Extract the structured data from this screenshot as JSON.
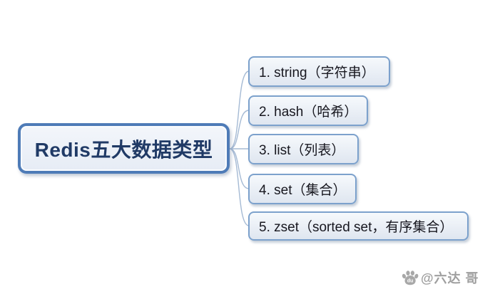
{
  "canvas": {
    "background_color": "#ffffff"
  },
  "mindmap": {
    "root": {
      "label": "Redis五大数据类型",
      "border_color": "#4e7bb7",
      "fill_color": "#edf2f8",
      "text_color": "#203a66"
    },
    "children": [
      {
        "label": "1. string（字符串）"
      },
      {
        "label": "2. hash（哈希）"
      },
      {
        "label": "3. list（列表）"
      },
      {
        "label": "4. set（集合）"
      },
      {
        "label": "5. zset（sorted set，有序集合）"
      }
    ],
    "child_style": {
      "border_color": "#7ca1cc",
      "fill_color": "#e9eef5",
      "text_color": "#17171f"
    },
    "connector_color": "#a5bad4"
  },
  "watermark": {
    "icon": "baidu-paw-icon",
    "icon_label": "du",
    "text": "@六达 哥",
    "color": "#9f9f9f"
  }
}
